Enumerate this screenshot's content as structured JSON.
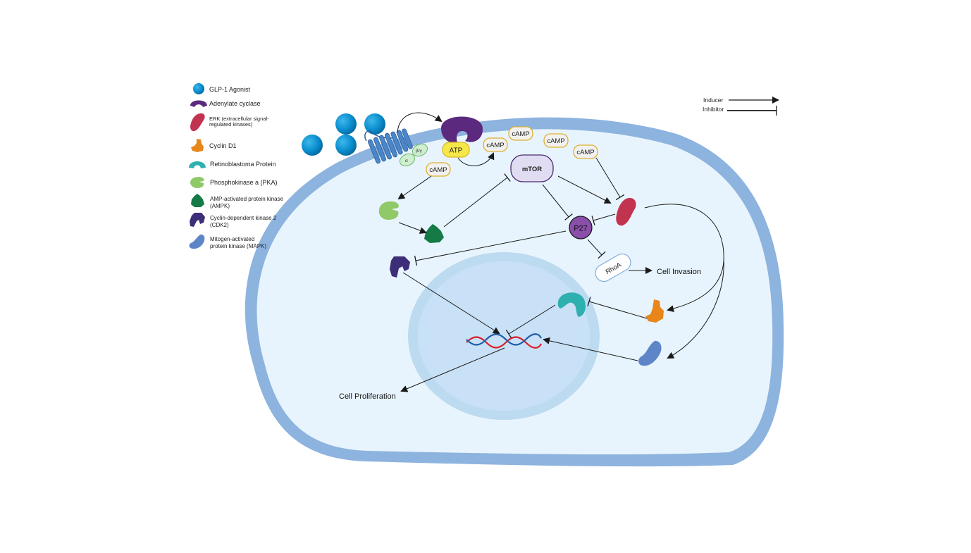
{
  "legend": {
    "items": [
      {
        "label": "GLP-1 Agonist",
        "icon": "glp1-agonist-icon"
      },
      {
        "label": "Adenylate cyclase",
        "icon": "adenylate-cyclase-icon"
      },
      {
        "label_lines": [
          "ERK (extracellular signal-",
          "regulated kinases)"
        ],
        "icon": "erk-icon"
      },
      {
        "label": "Cyclin D1",
        "icon": "cyclin-d1-icon"
      },
      {
        "label": "Retinoblastoma Protein",
        "icon": "retinoblastoma-icon"
      },
      {
        "label": "Phosphokinase a (PKA)",
        "icon": "pka-icon"
      },
      {
        "label_lines": [
          "AMP-activated protein kinase",
          "(AMPK)"
        ],
        "icon": "ampk-icon"
      },
      {
        "label_lines": [
          "Cyclin-dependent kinase 2",
          "(CDK2)"
        ],
        "icon": "cdk2-icon"
      },
      {
        "label_lines": [
          "Mitogen-activated",
          "protein kinase (MAPK)"
        ],
        "icon": "mapk-icon"
      }
    ]
  },
  "key": {
    "inducer": "Inducer",
    "inhibitor": "Inhibitor"
  },
  "nodes": {
    "atp": "ATP",
    "camp": "cAMP",
    "mtor": "mTOR",
    "p27": "P27",
    "rhoa": "RhoA",
    "g_alpha": "α",
    "g_betagamma": "β/γ"
  },
  "outcomes": {
    "cell_invasion": "Cell Invasion",
    "cell_proliferation": "Cell Proliferation"
  },
  "colors": {
    "glp1": "#0a8fd0",
    "adenylate_cyclase": "#5b2a7e",
    "erk": "#c2334f",
    "cyclin_d1": "#e8861a",
    "retinoblastoma": "#2fb0b0",
    "pka": "#8fc968",
    "ampk": "#157a45",
    "cdk2": "#3e2d78",
    "mapk": "#5c86c8",
    "membrane": "#8db3df",
    "cytoplasm": "#e8f4fd",
    "nucleus_outer": "#bcdaf0",
    "nucleus_inner": "#c9e1f6",
    "camp_border": "#e0b030",
    "camp_fill": "#f1f1ef",
    "atp_fill": "#f7e84a",
    "mtor_fill": "#e0dcf2",
    "mtor_border": "#4a2a6e",
    "p27_fill": "#8a4fa8",
    "rhoa_border": "#8ab4de",
    "dna_red": "#d8232a",
    "dna_blue": "#1f5fa8",
    "receptor": "#4a86c8",
    "g_protein": "#cfeecf"
  }
}
